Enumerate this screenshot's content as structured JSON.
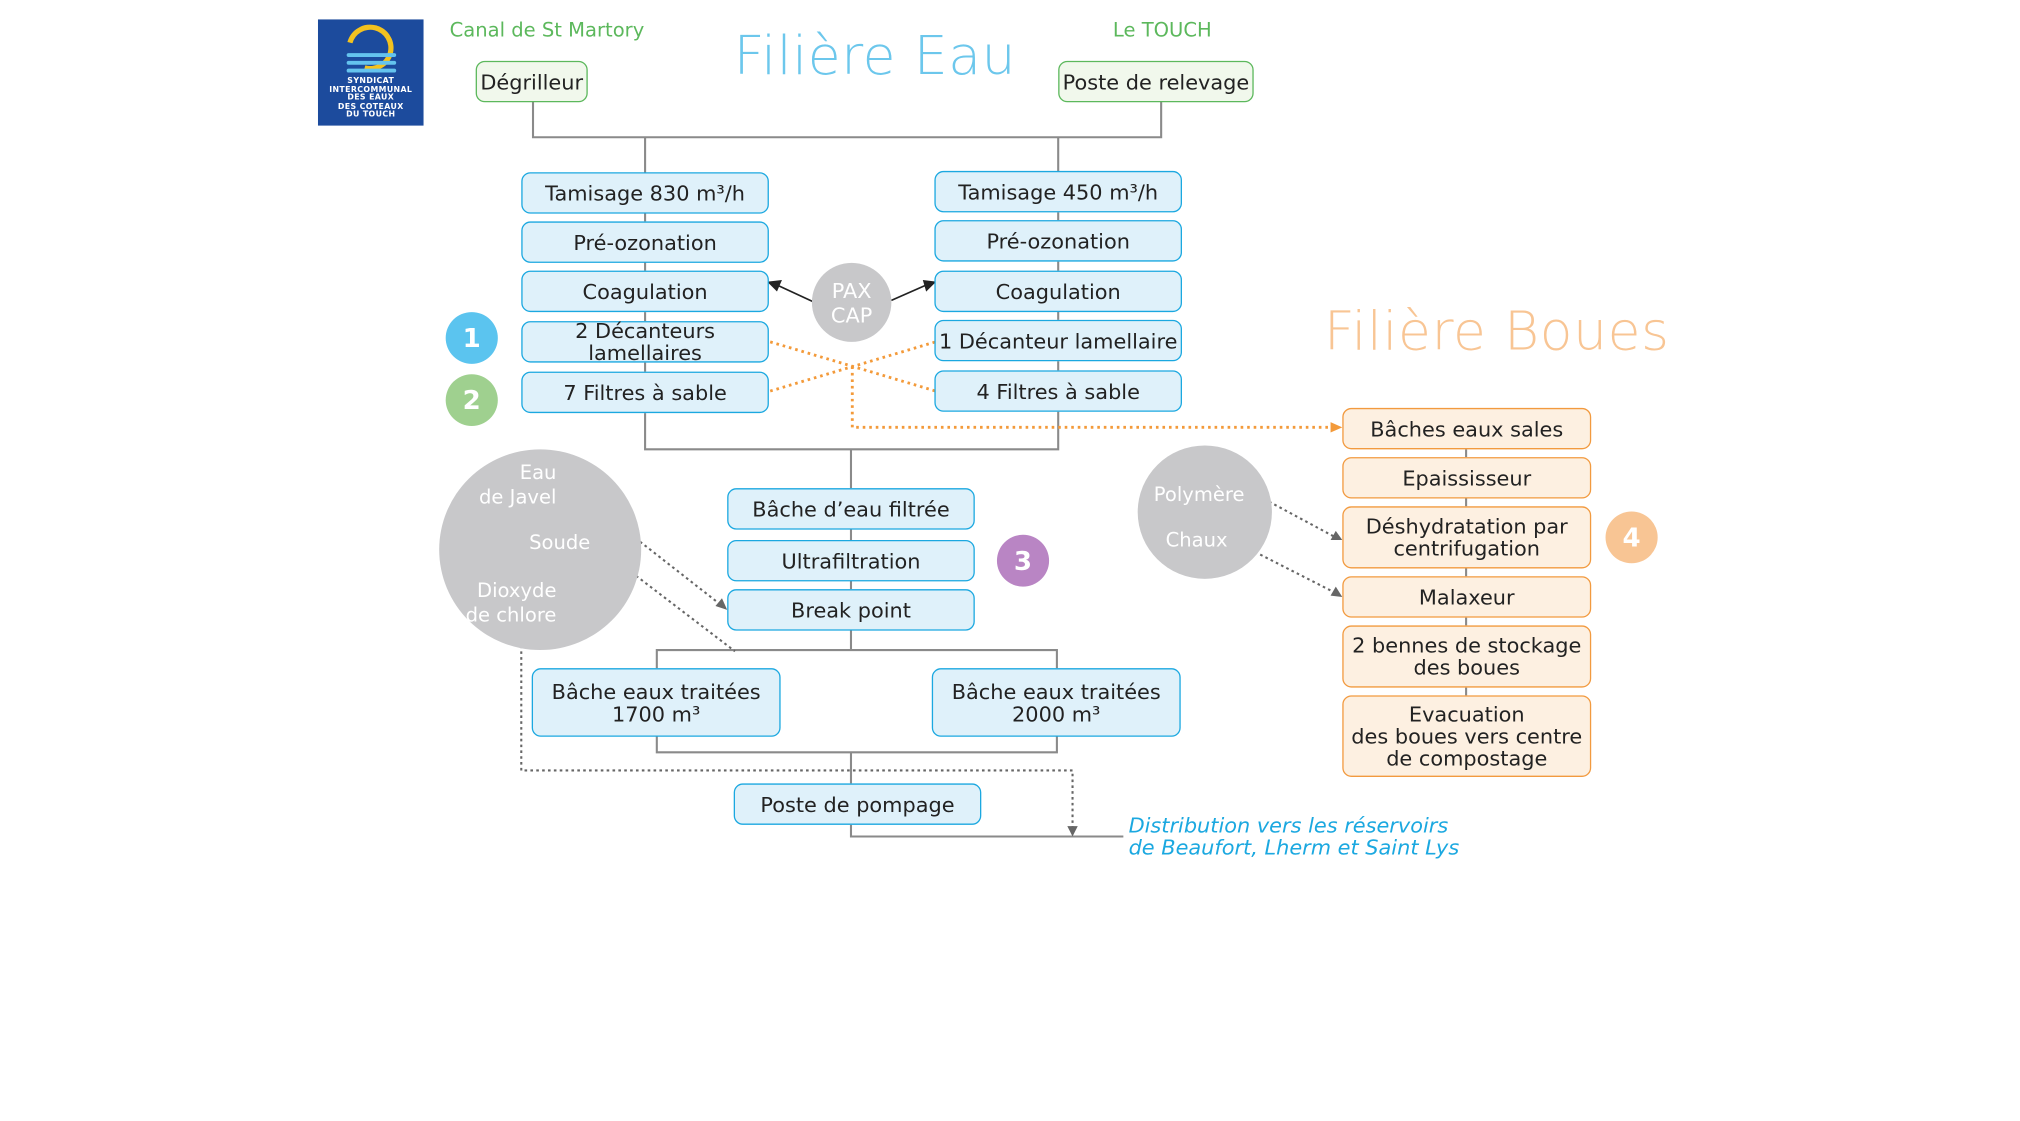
{
  "logo": {
    "text": "SYNDICAT\nINTERCOMMUNAL\nDES EAUX\nDES COTEAUX\nDU TOUCH",
    "colors": {
      "background": "#1c4b9d",
      "sun": "#f3c21f",
      "waves": "#64c3ee"
    }
  },
  "titles": {
    "eau": "Filière Eau",
    "boues": "Filière Boues"
  },
  "sources": {
    "left": "Canal de St Martory",
    "right": "Le TOUCH"
  },
  "intake": {
    "left": "Dégrilleur",
    "right": "Poste de relevage"
  },
  "line_left": [
    "Tamisage 830 m³/h",
    "Pré-ozonation",
    "Coagulation",
    "2 Décanteurs lamellaires",
    "7 Filtres à sable"
  ],
  "line_right": [
    "Tamisage 450 m³/h",
    "Pré-ozonation",
    "Coagulation",
    "1 Décanteur lamellaire",
    "4 Filtres à sable"
  ],
  "reagent_pax": "PAX\nCAP",
  "treatment": [
    "Bâche d’eau filtrée",
    "Ultrafiltration",
    "Break point"
  ],
  "storage": {
    "left": "Bâche eaux traitées\n1700 m³",
    "right": "Bâche eaux traitées\n2000 m³"
  },
  "pumping": "Poste de pompage",
  "distribution": "Distribution vers les réservoirs\nde Beaufort, Lherm et Saint Lys",
  "chem_circle": {
    "javel": "Eau\nde Javel",
    "soude": "Soude",
    "dioxyde": "Dioxyde\nde chlore"
  },
  "sludge_circle": {
    "polymere": "Polymère",
    "chaux": "Chaux"
  },
  "sludge_line": [
    "Bâches eaux sales",
    "Epaississeur",
    "Déshydratation par\ncentrifugation",
    "Malaxeur",
    "2 bennes de stockage\ndes boues",
    "Evacuation\ndes boues vers centre\nde compostage"
  ],
  "badges": [
    {
      "label": "1",
      "color": "#5bc4ef"
    },
    {
      "label": "2",
      "color": "#9fd08f"
    },
    {
      "label": "3",
      "color": "#b985c4"
    },
    {
      "label": "4",
      "color": "#f8c594"
    }
  ],
  "colors": {
    "water_box_fill": "#dff1fa",
    "water_box_border": "#1ba8e0",
    "intake_border": "#5cb85c",
    "sludge_box_fill": "#fdf0e1",
    "sludge_box_border": "#f29a3f",
    "sludge_link": "#f39a3a",
    "connector": "#8a8a8a",
    "reagent_circle": "#c8c8ca"
  }
}
